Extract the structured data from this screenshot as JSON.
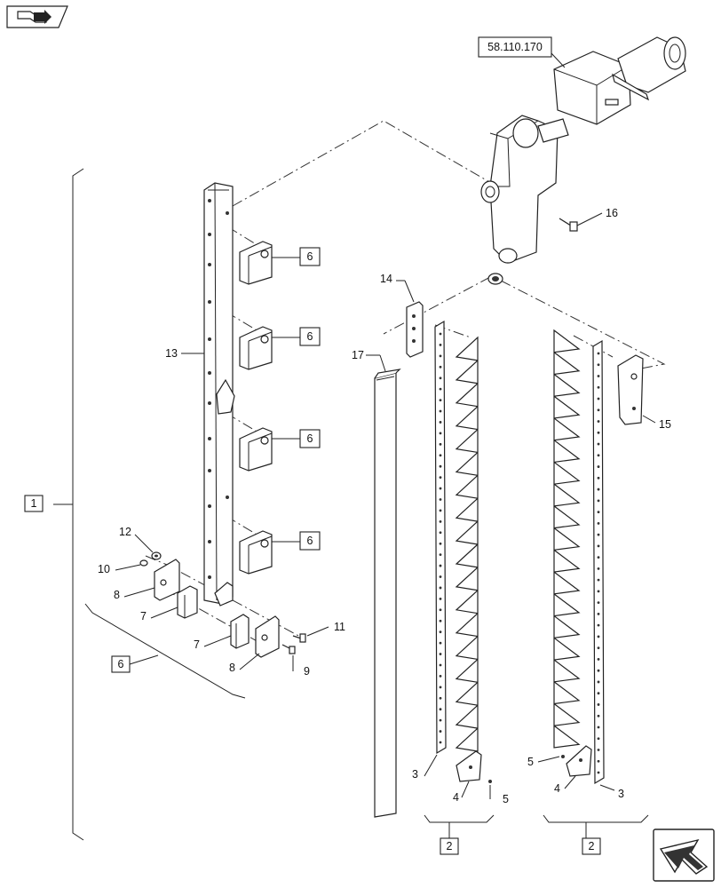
{
  "nav": {
    "top_icon": "book-arrow-icon",
    "bottom_icon": "next-page-arrow-icon"
  },
  "reference": {
    "code": "58.110.170"
  },
  "assembly": {
    "main_ref": "1",
    "sub_ref_6": "6",
    "sub_ref_2a": "2",
    "sub_ref_2b": "2"
  },
  "callouts": {
    "c3a": "3",
    "c3b": "3",
    "c4a": "4",
    "c4b": "4",
    "c5a": "5",
    "c5b": "5",
    "c6a": "6",
    "c6b": "6",
    "c6c": "6",
    "c6d": "6",
    "c7a": "7",
    "c7b": "7",
    "c8a": "8",
    "c8b": "8",
    "c9": "9",
    "c10": "10",
    "c11": "11",
    "c12": "12",
    "c13": "13",
    "c14": "14",
    "c15": "15",
    "c16": "16",
    "c17": "17"
  }
}
